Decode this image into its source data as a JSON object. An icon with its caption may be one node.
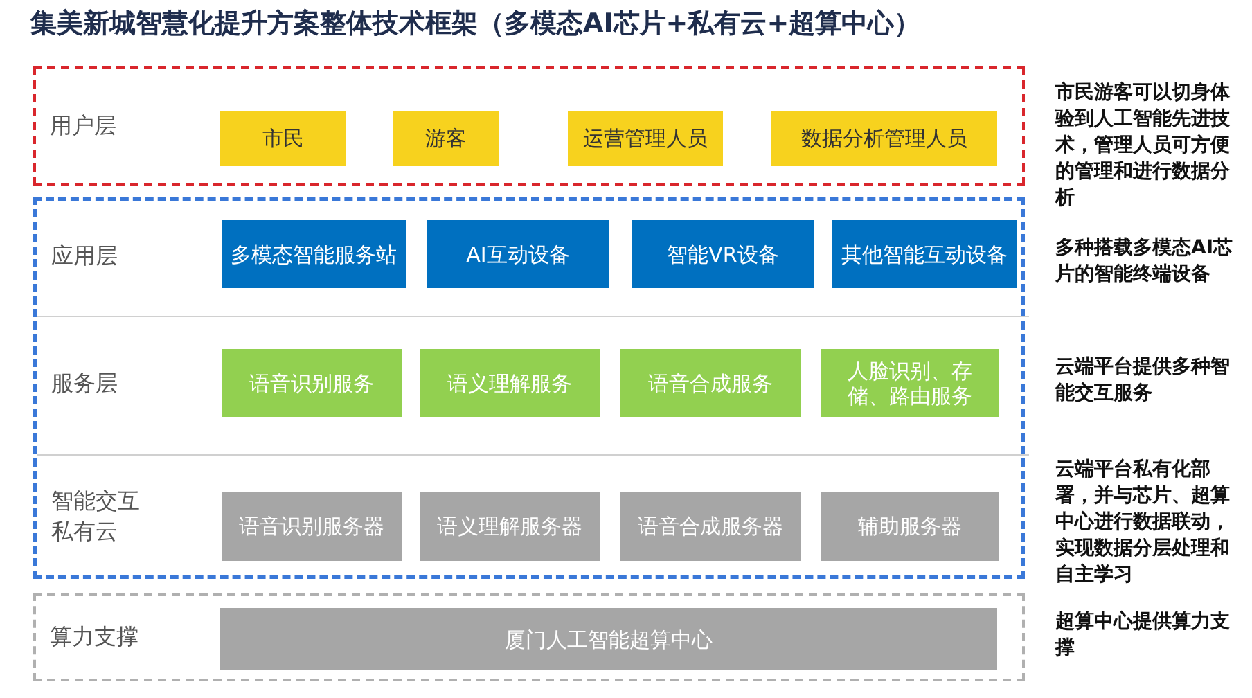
{
  "diagram": {
    "title": "集美新城智慧化提升方案整体技术框架（多模态AI芯片+私有云+超算中心）",
    "nodes": [
      {
        "text": [
          "用户层"
        ],
        "beside": [
          "市民游客可以切身体验到人工智能先进技术，管理人员可方便的管理和进行数据分析"
        ]
      },
      {
        "text": [
          "市民"
        ],
        "in": 0
      },
      {
        "text": [
          "游客"
        ],
        "in": 0
      },
      {
        "text": [
          "运营管理人员"
        ],
        "in": 0
      },
      {
        "text": [
          "数据分析管理人员"
        ],
        "in": 0
      },
      {
        "text": [],
        "shape": "box"
      },
      {
        "text": [
          "应用层"
        ],
        "in": 5,
        "beside": [
          "多种搭载多模态AI芯片的智能终端设备"
        ]
      },
      {
        "text": [
          "多模态智能服务站"
        ],
        "in": 6
      },
      {
        "text": [
          "AI互动设备"
        ],
        "in": 6
      },
      {
        "text": [
          "智能VR设备"
        ],
        "in": 6
      },
      {
        "text": [
          "其他智能互动设备"
        ],
        "in": 6
      },
      {
        "text": [
          "服务层"
        ],
        "in": 5,
        "beside": [
          "云端平台提供多种智能交互服务"
        ]
      },
      {
        "text": [
          "语音识别服务"
        ],
        "in": 11
      },
      {
        "text": [
          "语义理解服务"
        ],
        "in": 11
      },
      {
        "text": [
          "语音合成服务"
        ],
        "in": 11
      },
      {
        "text": [
          "人脸识别、存储、路由服务"
        ],
        "in": 11
      },
      {
        "text": [
          "智能交互私有云"
        ],
        "in": 5,
        "beside": [
          "云端平台私有化部署，并与芯片、超算中心进行数据联动，实现数据分层处理和自主学习"
        ]
      },
      {
        "text": [
          "语音识别服务器"
        ],
        "in": 16
      },
      {
        "text": [
          "语义理解服务器"
        ],
        "in": 16
      },
      {
        "text": [
          "语音合成服务器"
        ],
        "in": 16
      },
      {
        "text": [
          "辅助服务器"
        ],
        "in": 16
      },
      {
        "text": [
          "算力支撑"
        ],
        "beside": [
          "超算中心提供算力支撑"
        ]
      },
      {
        "text": [
          "厦门人工智能超算中心"
        ],
        "in": 21
      }
    ]
  }
}
